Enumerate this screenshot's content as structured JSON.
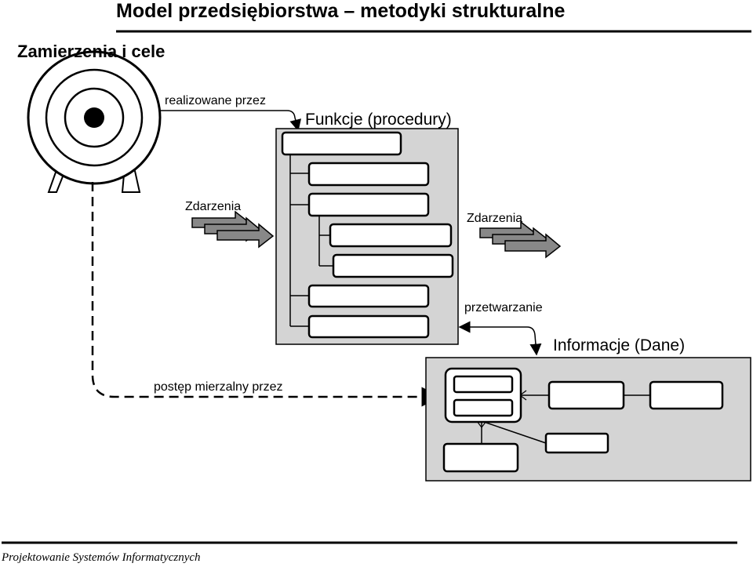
{
  "title": "Model przedsiębiorstwa – metodyki strukturalne",
  "goals_label": "Zamierzenia i cele",
  "realized_by_label": "realizowane przez",
  "functions_label": "Funkcje (procedury)",
  "events_in_label": "Zdarzenia",
  "events_out_label": "Zdarzenia",
  "processing_label": "przetwarzanie",
  "information_label": "Informacje (Dane)",
  "measurable_progress_label": "postęp mierzalny przez",
  "footer_text": "Projektowanie Systemów Informatycznych",
  "colors": {
    "panel_fill": "#d4d4d4",
    "arrow_fill": "#888888",
    "line": "#000000",
    "box_fill": "#ffffff"
  }
}
